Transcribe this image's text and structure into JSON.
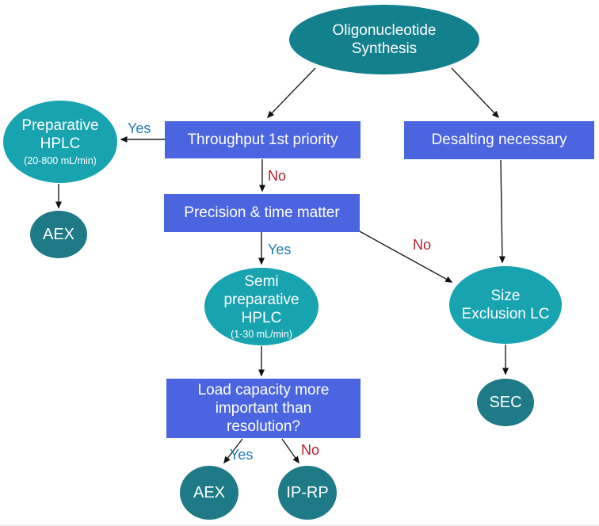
{
  "diagram": {
    "title": "Oligonucleotide synthesis purification decision flowchart",
    "colors": {
      "decision_rect": "#4b64e0",
      "process_ellipse": "#17a3af",
      "start_ellipse": "#13808d",
      "result_circle": "#1e7a86",
      "yes_label": "#1f7ab5",
      "no_label": "#b2222a",
      "arrow": "#1f1f1f",
      "text": "#ffffff"
    },
    "nodes": {
      "oligo": {
        "shape": "ellipse",
        "label": "Oligonucleotide\nSynthesis"
      },
      "prep_hplc": {
        "shape": "ellipse",
        "label": "Preparative\nHPLC",
        "sublabel": "(20-800 mL/min)"
      },
      "throughput": {
        "shape": "rect",
        "label": "Throughput 1st priority"
      },
      "desalting": {
        "shape": "rect",
        "label": "Desalting necessary"
      },
      "precision": {
        "shape": "rect",
        "label": "Precision & time matter"
      },
      "aex_left": {
        "shape": "circle",
        "label": "AEX"
      },
      "semi_prep": {
        "shape": "ellipse",
        "label": "Semi\npreparative\nHPLC",
        "sublabel": "(1-30 mL/min)"
      },
      "size_exclusion": {
        "shape": "ellipse",
        "label": "Size\nExclusion LC"
      },
      "load_capacity": {
        "shape": "rect",
        "label": "Load capacity more\nimportant than\nresolution?"
      },
      "sec": {
        "shape": "circle",
        "label": "SEC"
      },
      "aex_bottom": {
        "shape": "circle",
        "label": "AEX"
      },
      "ip_rp": {
        "shape": "circle",
        "label": "IP-RP"
      }
    },
    "edges": [
      {
        "from": "oligo",
        "to": "throughput",
        "label": ""
      },
      {
        "from": "oligo",
        "to": "desalting",
        "label": ""
      },
      {
        "from": "throughput",
        "to": "prep_hplc",
        "label": "Yes"
      },
      {
        "from": "throughput",
        "to": "precision",
        "label": "No"
      },
      {
        "from": "prep_hplc",
        "to": "aex_left",
        "label": ""
      },
      {
        "from": "precision",
        "to": "semi_prep",
        "label": "Yes"
      },
      {
        "from": "precision",
        "to": "size_exclusion",
        "label": "No"
      },
      {
        "from": "desalting",
        "to": "size_exclusion",
        "label": ""
      },
      {
        "from": "semi_prep",
        "to": "load_capacity",
        "label": ""
      },
      {
        "from": "load_capacity",
        "to": "aex_bottom",
        "label": "Yes"
      },
      {
        "from": "load_capacity",
        "to": "ip_rp",
        "label": "No"
      },
      {
        "from": "size_exclusion",
        "to": "sec",
        "label": ""
      }
    ]
  }
}
